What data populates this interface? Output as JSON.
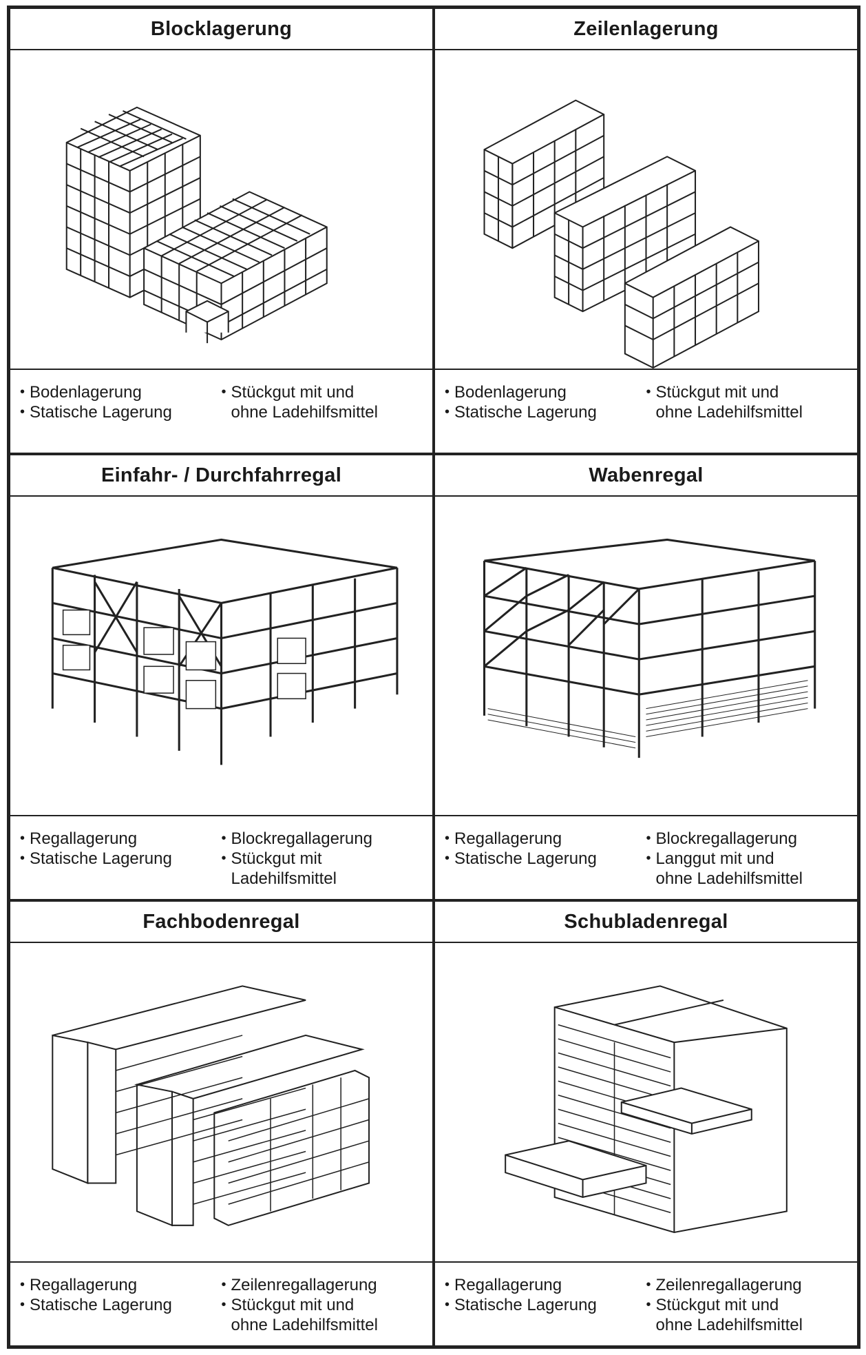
{
  "panels": [
    {
      "title": "Blocklagerung",
      "left": [
        "Bodenlagerung",
        "Statische Lagerung"
      ],
      "right": [
        "Stückgut mit und\nohne Ladehilfsmittel"
      ]
    },
    {
      "title": "Zeilenlagerung",
      "left": [
        "Bodenlagerung",
        "Statische Lagerung"
      ],
      "right": [
        "Stückgut mit und\nohne Ladehilfsmittel"
      ]
    },
    {
      "title": "Einfahr- / Durchfahrregal",
      "left": [
        "Regallagerung",
        "Statische Lagerung"
      ],
      "right": [
        "Blockregallagerung",
        "Stückgut mit\nLadehilfsmittel"
      ]
    },
    {
      "title": "Wabenregal",
      "left": [
        "Regallagerung",
        "Statische Lagerung"
      ],
      "right": [
        "Blockregallagerung",
        "Langgut mit und\nohne Ladehilfsmittel"
      ]
    },
    {
      "title": "Fachbodenregal",
      "left": [
        "Regallagerung",
        "Statische Lagerung"
      ],
      "right": [
        "Zeilenregallagerung",
        "Stückgut mit und\nohne Ladehilfsmittel"
      ]
    },
    {
      "title": "Schubladenregal",
      "left": [
        "Regallagerung",
        "Statische Lagerung"
      ],
      "right": [
        "Zeilenregallagerung",
        "Stückgut mit und\nohne Ladehilfsmittel"
      ]
    }
  ],
  "bullet_symbol": "•",
  "colors": {
    "line": "#222222",
    "background": "#ffffff"
  }
}
